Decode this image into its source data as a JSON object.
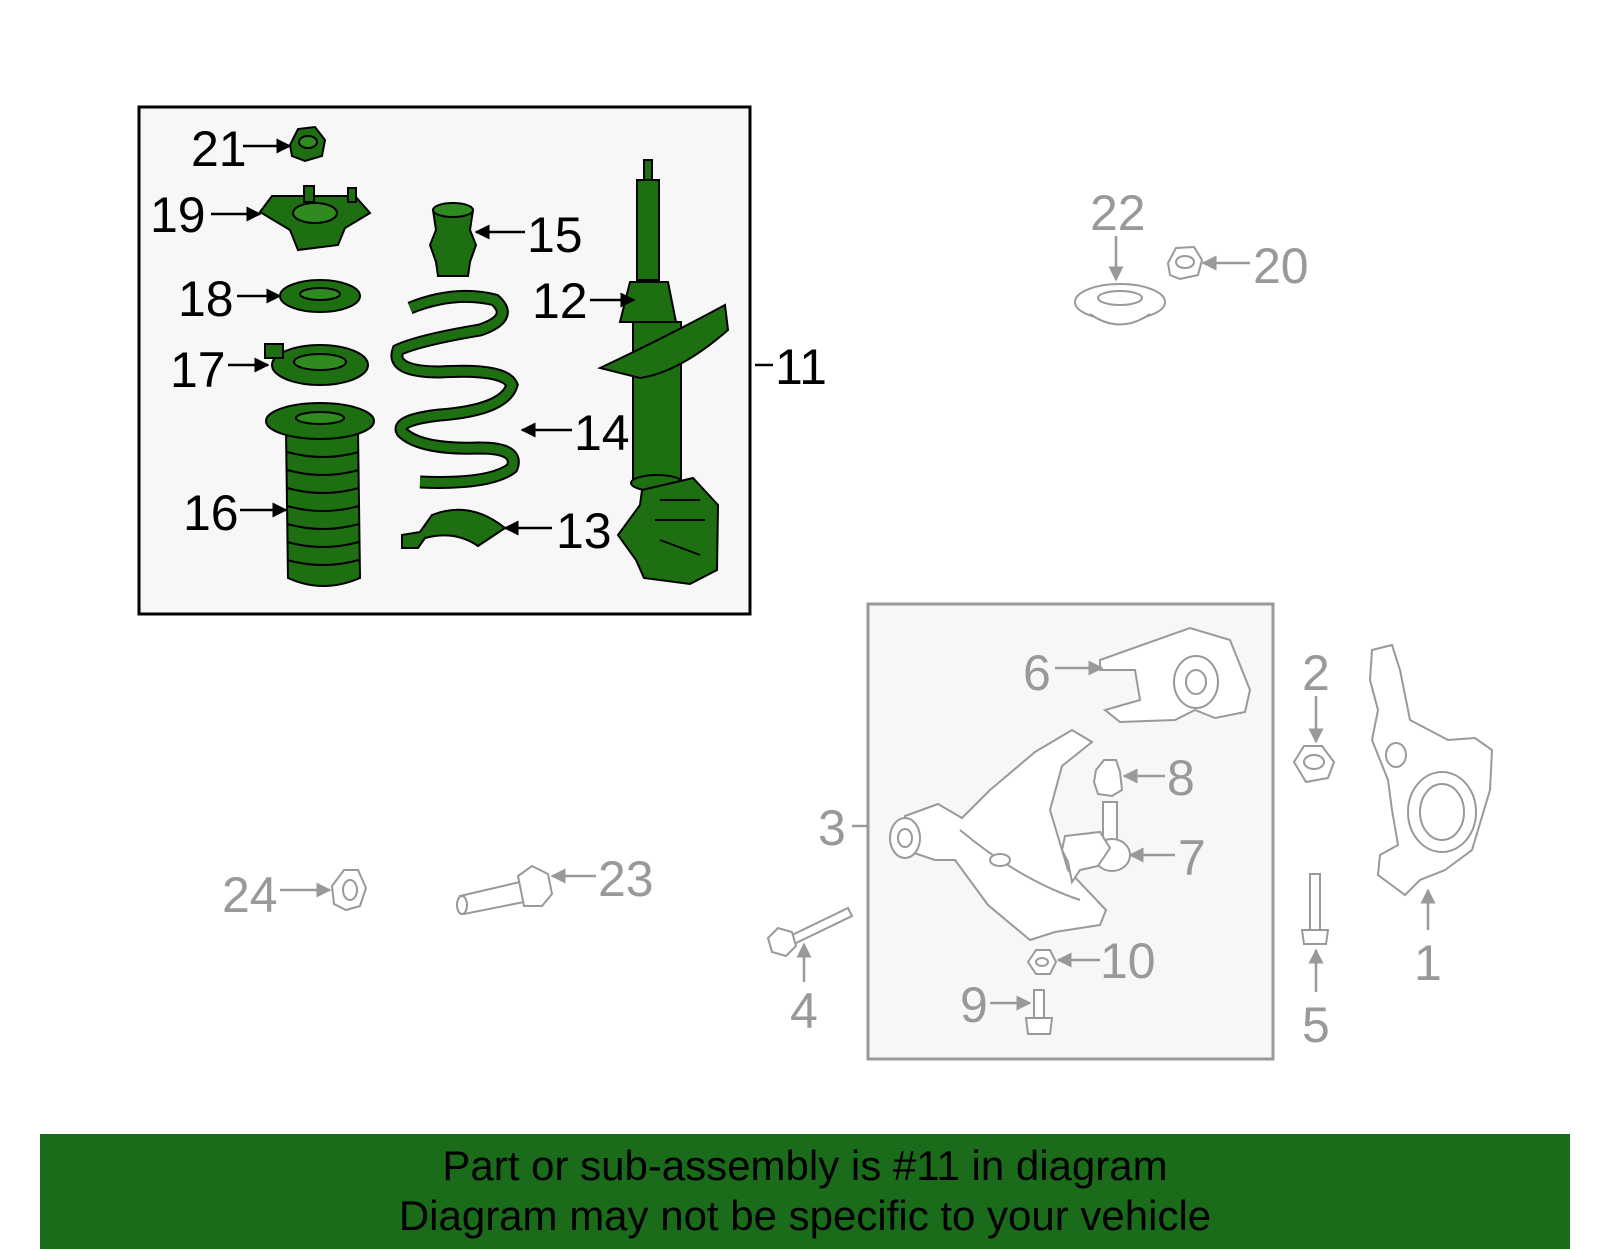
{
  "diagram": {
    "callouts": {
      "c1": "1",
      "c2": "2",
      "c3": "3",
      "c4": "4",
      "c5": "5",
      "c6": "6",
      "c7": "7",
      "c8": "8",
      "c9": "9",
      "c10": "10",
      "c11": "11",
      "c12": "12",
      "c13": "13",
      "c14": "14",
      "c15": "15",
      "c16": "16",
      "c17": "17",
      "c18": "18",
      "c19": "19",
      "c20": "20",
      "c21": "21",
      "c22": "22",
      "c23": "23",
      "c24": "24"
    },
    "highlighted_part": "11"
  },
  "banner": {
    "line1": "Part or sub-assembly is #11 in diagram",
    "line2": "Diagram may not be specific to your vehicle"
  },
  "colors": {
    "highlight_green": "#1e6e12",
    "banner_green": "#1a6b1a",
    "gray_line": "#999999",
    "box_fill": "#f7f7f7"
  }
}
